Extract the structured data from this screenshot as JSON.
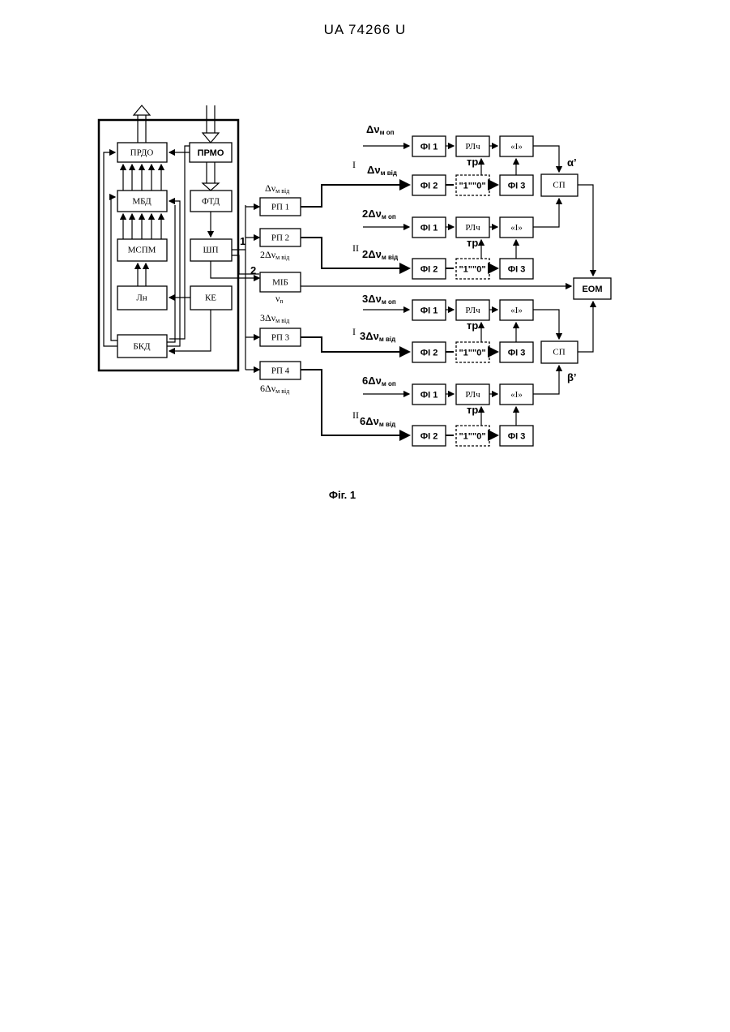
{
  "header": {
    "document_id": "UA   74266   U"
  },
  "caption": "Фіг. 1",
  "blocks": {
    "prdo": "ПРДО",
    "prmo": "ПРМО",
    "mbd": "МБД",
    "ftd": "ФТД",
    "mspm": "МСПМ",
    "shp": "ШП",
    "ln": "Лн",
    "ke": "КЕ",
    "bkd": "БКД",
    "rp1": "РП 1",
    "rp2": "РП 2",
    "mib": "МІБ",
    "rp3": "РП 3",
    "rp4": "РП 4",
    "fi1": "ФІ 1",
    "fi2": "ФІ 2",
    "fi3": "ФІ 3",
    "rlch": "РЛч",
    "integ": "«І»",
    "switch": "\"1\"\"0\"",
    "sp": "СП",
    "eom": "ЕОМ"
  },
  "labels": {
    "d_vm_vid": "Δν",
    "d_vm_vid_sub": "м від",
    "two_d_vm_vid": "2Δν",
    "three_d_vm_vid": "3Δν",
    "six_d_vm_vid": "6Δν",
    "nu_n": "ν",
    "nu_n_sub": "n",
    "d_vm_op": "Δν",
    "two_d_vm_op": "2Δν",
    "three_d_vm_op": "3Δν",
    "six_d_vm_op": "6Δν",
    "op_sub": "м оп",
    "vid_sub": "м від",
    "roman_1": "І",
    "roman_2": "ІІ",
    "tp": "тр",
    "alpha": "α’",
    "beta": "β’",
    "branch_1": "1",
    "branch_2": "2"
  }
}
